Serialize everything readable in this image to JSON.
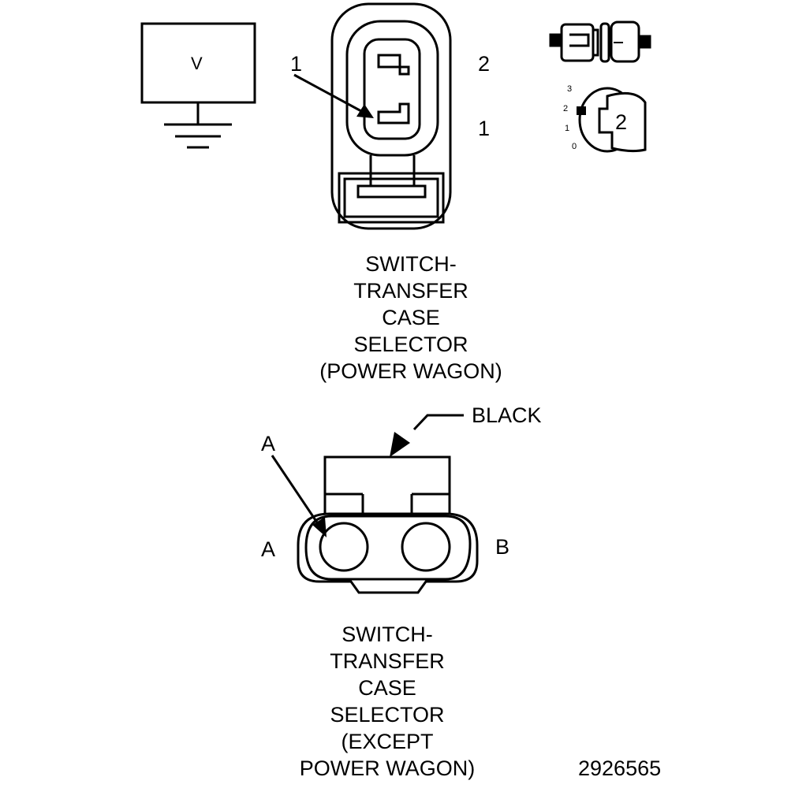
{
  "voltmeter": {
    "symbol": "V"
  },
  "top_connector": {
    "pin_callout": "1",
    "pin_labels": [
      "2",
      "1"
    ],
    "caption": [
      "SWITCH-",
      "TRANSFER",
      "CASE",
      "SELECTOR",
      "(POWER WAGON)"
    ]
  },
  "legend_icon": {
    "dial_marks": [
      "3",
      "2",
      "1",
      "0"
    ],
    "position_number": "2"
  },
  "bottom_connector": {
    "color_callout": "BLACK",
    "pin_callout": "A",
    "pin_labels": [
      "A",
      "B"
    ],
    "caption": [
      "SWITCH-",
      "TRANSFER",
      "CASE",
      "SELECTOR",
      "(EXCEPT",
      "POWER WAGON)"
    ]
  },
  "figure_number": "2926565"
}
